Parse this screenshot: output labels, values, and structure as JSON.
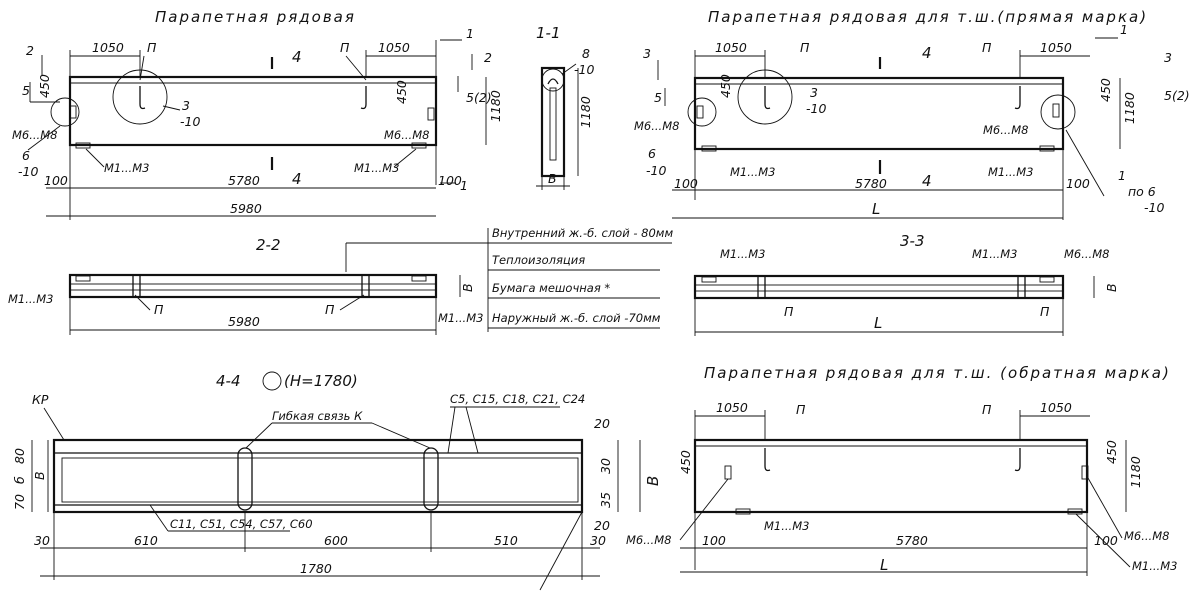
{
  "colors": {
    "ink": "#111111",
    "paper": "#ffffff"
  },
  "titles": {
    "view_main": "Парапетная рядовая",
    "view_ts_direct": "Парапетная рядовая для т.ш.(прямая марка)",
    "view_ts_reverse": "Парапетная рядовая для т.ш. (обратная марка)",
    "section_1_1": "1-1",
    "section_2_2": "2-2",
    "section_3_3": "3-3",
    "section_4_4": "4-4",
    "section_4_4_note": "(Н=1780)"
  },
  "layers": {
    "inner": "Внутренний ж.-б. слой - 80мм",
    "insulation": "Теплоизоляция",
    "paper": "Бумага мешочная *",
    "outer": "Наружный ж.-б. слой -70мм"
  },
  "labels": {
    "loop": "П",
    "m1m3": "М1...М3",
    "m6m8": "М6...М8",
    "m1m3_b": "М1...М3",
    "m6m8_b": "М6...М8",
    "cut_1": "1",
    "cut_2": "2",
    "cut_3": "3",
    "cut_4": "4",
    "cut_5": "5",
    "cut_5_2": "5(2)",
    "node_3": "3",
    "node_6": "6",
    "node_1": "1",
    "node_1_suffix": "по 6",
    "sheet_ref": "-10",
    "node_8": "8",
    "thickness": "В",
    "length_var": "L",
    "kp": "КР",
    "flex_link": "Гибкая связь К",
    "rebar_top": "С5, С15, С18, С21, С24",
    "rebar_bottom": "С11, С51, С54, С57, С60"
  },
  "dims": {
    "d1050": "1050",
    "d450": "450",
    "d1180": "1180",
    "d100": "100",
    "d5780": "5780",
    "d5980": "5980",
    "d80": "80",
    "d70": "70",
    "d30": "30",
    "d610": "610",
    "d600": "600",
    "d510": "510",
    "d1780": "1780",
    "d20": "20",
    "d35": "35",
    "d_b": "б"
  }
}
